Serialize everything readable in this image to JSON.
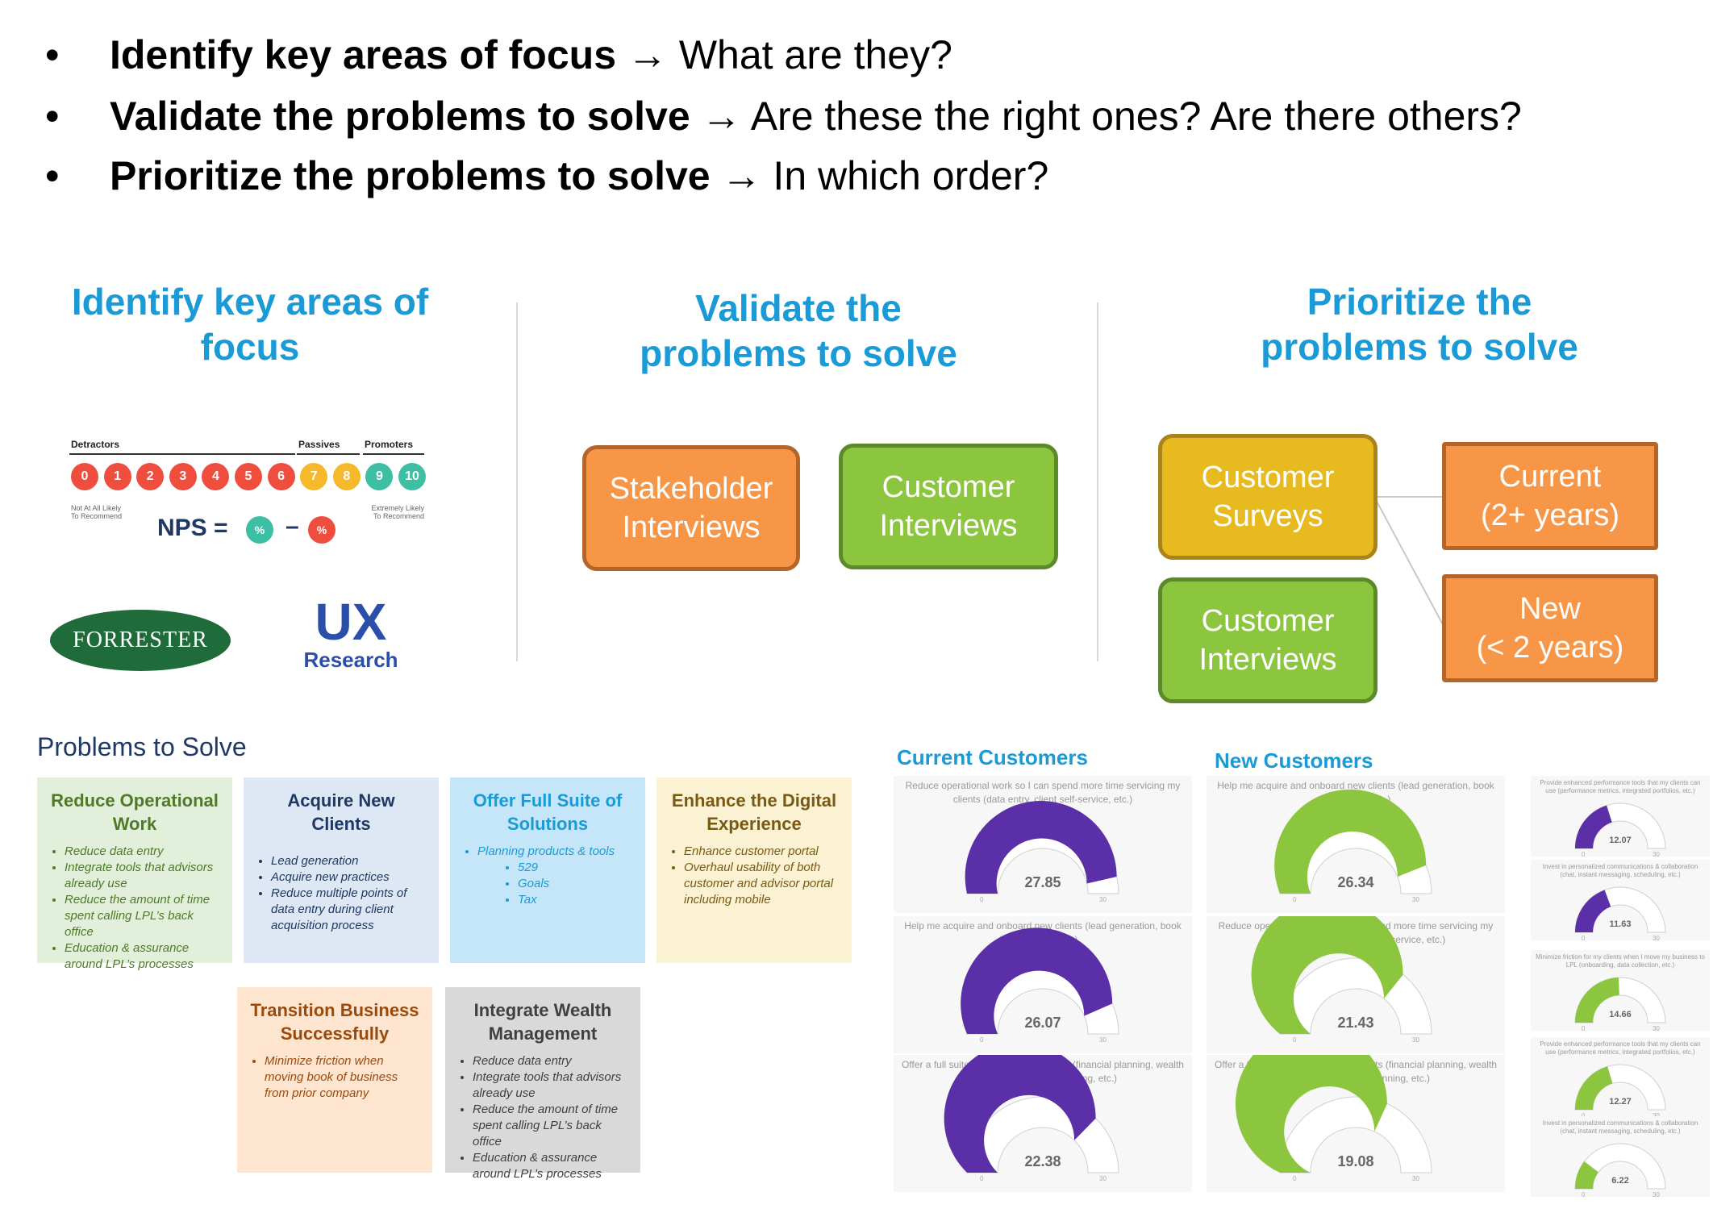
{
  "bullets": [
    {
      "bold": "Identify key areas of focus",
      "rest": "What are they?"
    },
    {
      "bold": "Validate the problems to solve",
      "rest": "Are these the right ones? Are there others?"
    },
    {
      "bold": "Prioritize the problems to solve",
      "rest": "In which order?"
    }
  ],
  "arrow": "→",
  "bullet_char": "•",
  "sections": {
    "identify": {
      "line1": "Identify key areas of",
      "line2": "focus"
    },
    "validate": {
      "line1": "Validate the",
      "line2": "problems to solve"
    },
    "prioritize": {
      "line1": "Prioritize the",
      "line2": "problems to solve"
    }
  },
  "nps": {
    "detractors": "Detractors",
    "passives": "Passives",
    "promoters": "Promoters",
    "scores": [
      "0",
      "1",
      "2",
      "3",
      "4",
      "5",
      "6",
      "7",
      "8",
      "9",
      "10"
    ],
    "not_likely": [
      "Not At All Likely",
      "To Recommend"
    ],
    "extremely_likely": [
      "Extremely Likely",
      "To Recommend"
    ],
    "formula_label": "NPS =",
    "minus": "–",
    "percent": "%",
    "colors": {
      "detractor": "#ef4e3f",
      "passive": "#f5b92b",
      "promoter": "#3dbfa4"
    }
  },
  "logos": {
    "forrester": "FORRESTER",
    "ux_big": "UX",
    "ux_small": "Research"
  },
  "validate_boxes": [
    {
      "line1": "Stakeholder",
      "line2": "Interviews"
    },
    {
      "line1": "Customer",
      "line2": "Interviews"
    }
  ],
  "prioritize_boxes": {
    "surveys": {
      "line1": "Customer",
      "line2": "Surveys"
    },
    "interviews": {
      "line1": "Customer",
      "line2": "Interviews"
    },
    "current": {
      "line1": "Current",
      "line2": "(2+ years)"
    },
    "new": {
      "line1": "New",
      "line2": "(< 2 years)"
    }
  },
  "problems": {
    "heading": "Problems to Solve",
    "cards": [
      {
        "title": "Reduce Operational Work",
        "items": [
          "Reduce data entry",
          "Integrate tools that advisors already use",
          "Reduce the amount of time spent calling LPL’s back office",
          "Education & assurance around LPL’s processes"
        ]
      },
      {
        "title": "Acquire New Clients",
        "items": [
          "Lead generation",
          "Acquire new practices",
          "Reduce multiple points of data entry during client acquisition process"
        ]
      },
      {
        "title": "Offer Full Suite of Solutions",
        "items": [
          "Planning products & tools"
        ],
        "subitems": [
          "529",
          "Goals",
          "Tax"
        ]
      },
      {
        "title": "Enhance the Digital Experience",
        "items": [
          "Enhance customer portal",
          "Overhaul usability of both customer and advisor portal including mobile"
        ]
      },
      {
        "title": "Transition Business Successfully",
        "items": [
          "Minimize friction when moving book of business from prior company"
        ]
      },
      {
        "title": "Integrate Wealth Management",
        "items": [
          "Reduce data entry",
          "Integrate tools that advisors already use",
          "Reduce the amount of time spent calling LPL’s back office",
          "Education & assurance around LPL’s processes"
        ]
      }
    ]
  },
  "gauges": {
    "current_title": "Current Customers",
    "new_title": "New Customers",
    "min_label": "0",
    "max_label": "30",
    "colors": {
      "current": "#5b2fa7",
      "new": "#8cc63f"
    },
    "current": [
      {
        "question": "Reduce operational work so I can spend more time servicing my clients (data entry, client self-service, etc.)",
        "value": 27.85,
        "label": "27.85"
      },
      {
        "question": "Help me acquire and onboard new clients (lead generation, book acquisition, etc.)",
        "value": 26.07,
        "label": "26.07"
      },
      {
        "question": "Offer a full suite solutions for my clients (financial planning, wealth management, goals planning, etc.)",
        "value": 22.38,
        "label": "22.38"
      }
    ],
    "new": [
      {
        "question": "Help me acquire and onboard new clients (lead generation, book acquisition, etc.)",
        "value": 26.34,
        "label": "26.34"
      },
      {
        "question": "Reduce operational work so I can spend more time servicing my clients (data entry, client self-service, etc.)",
        "value": 21.43,
        "label": "21.43"
      },
      {
        "question": "Offer a full suite solutions for my clients (financial planning, wealth management, goals planning, etc.)",
        "value": 19.08,
        "label": "19.08"
      }
    ],
    "small": [
      {
        "question": "Provide enhanced performance tools that my clients can use (performance metrics, integrated portfolios, etc.)",
        "value": 12.07,
        "label": "12.07",
        "color": "#5b2fa7"
      },
      {
        "question": "Invest in personalized communications & collaboration (chat, instant messaging, scheduling, etc.)",
        "value": 11.63,
        "label": "11.63",
        "color": "#5b2fa7"
      },
      {
        "question": "Minimize friction for my clients when I move my business to LPL (onboarding, data collection, etc.)",
        "value": 14.66,
        "label": "14.66",
        "color": "#8cc63f"
      },
      {
        "question": "Provide enhanced performance tools that my clients can use (performance metrics, integrated portfolios, etc.)",
        "value": 12.27,
        "label": "12.27",
        "color": "#8cc63f"
      },
      {
        "question": "Invest in personalized communications & collaboration (chat, instant messaging, scheduling, etc.)",
        "value": 6.22,
        "label": "6.22",
        "color": "#8cc63f"
      }
    ]
  }
}
